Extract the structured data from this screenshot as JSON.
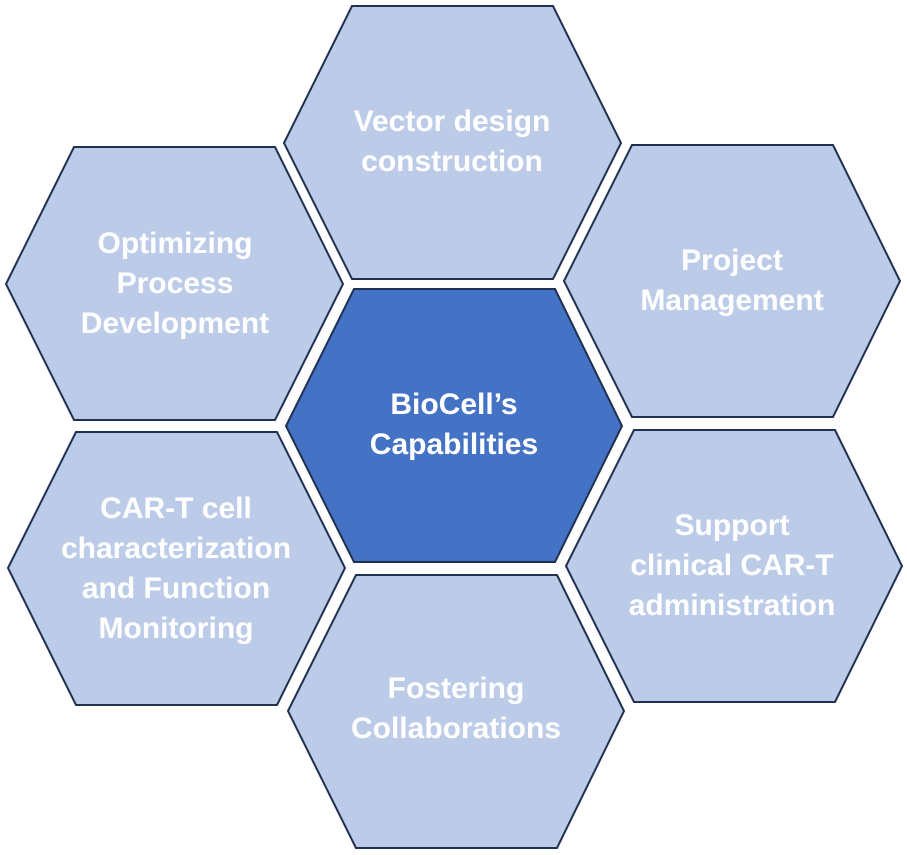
{
  "colors": {
    "outer_fill": "#BCCCE8",
    "center_fill": "#4472C4",
    "stroke": "#1F3050",
    "text": "#FFFFFF"
  },
  "center": {
    "label": "BioCell’s\nCapabilities"
  },
  "capabilities": [
    {
      "label": "Vector design\nconstruction"
    },
    {
      "label": "Project\nManagement"
    },
    {
      "label": "Support\nclinical CAR-T\nadministration"
    },
    {
      "label": "Fostering\nCollaborations"
    },
    {
      "label": "CAR-T cell\ncharacterization\nand Function\nMonitoring"
    },
    {
      "label": "Optimizing\nProcess\nDevelopment"
    }
  ]
}
